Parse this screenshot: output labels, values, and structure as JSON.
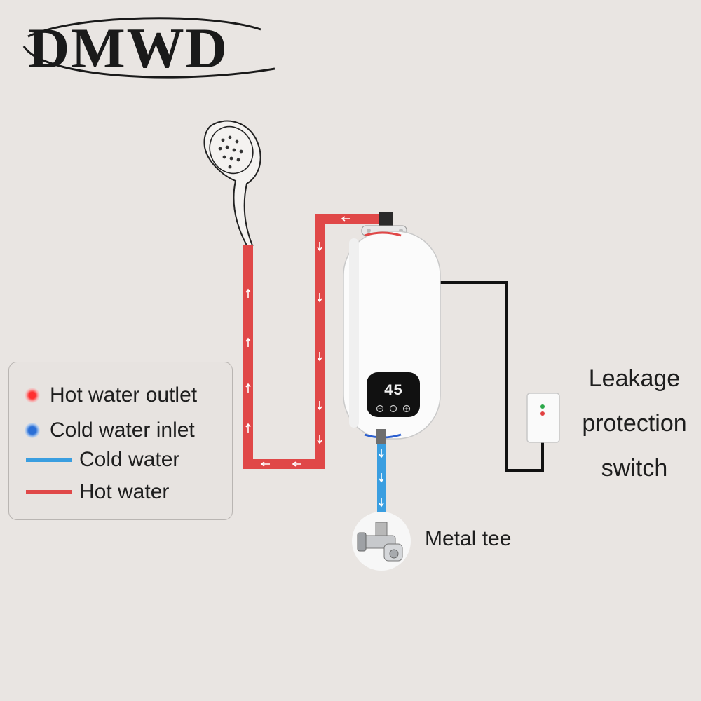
{
  "brand": {
    "logo_text": "DMWD"
  },
  "legend": {
    "hot_outlet": "Hot water outlet",
    "cold_inlet": "Cold water inlet",
    "cold_water": "Cold water",
    "hot_water": "Hot water"
  },
  "heater": {
    "display_temp": "45"
  },
  "labels": {
    "leakage_line1": "Leakage",
    "leakage_line2": "protection",
    "leakage_line3": "switch",
    "metal_tee": "Metal tee"
  },
  "colors": {
    "hot_pipe": "#e04848",
    "cold_pipe": "#3a9ee0",
    "cable": "#111111",
    "background": "#e9e5e2"
  }
}
